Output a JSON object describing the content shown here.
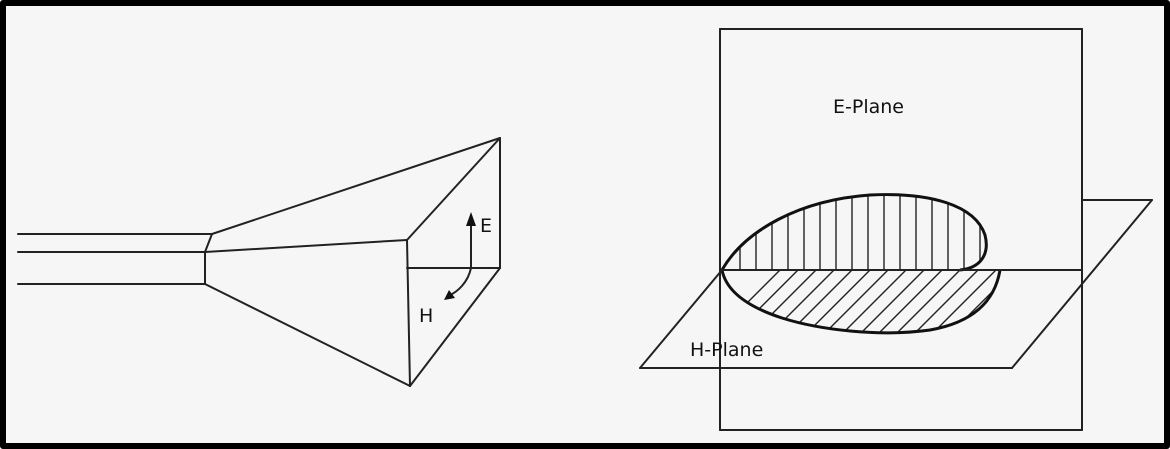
{
  "horn": {
    "e_label": "E",
    "h_label": "H"
  },
  "planes": {
    "e_plane_label": "E-Plane",
    "h_plane_label": "H-Plane"
  }
}
